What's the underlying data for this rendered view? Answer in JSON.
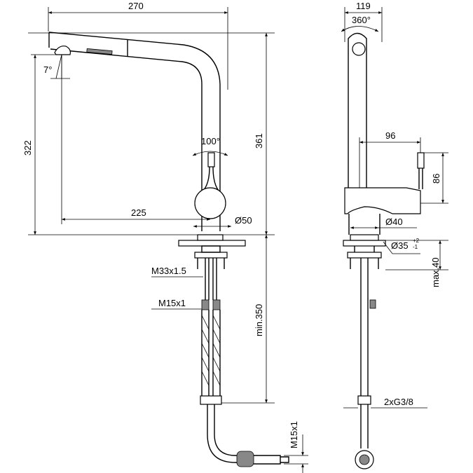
{
  "front_view": {
    "width_total": "270",
    "height_total": "361",
    "spout_height": "322",
    "spout_reach": "225",
    "spray_angle": "7°",
    "lever_angle": "100°",
    "base_diameter": "Ø50",
    "shank_thread": "M33x1.5",
    "hose_thread": "M15x1",
    "min_hose_length": "min.350",
    "hose_end_thread": "M15x1"
  },
  "side_view": {
    "width_total": "119",
    "rotation": "360°",
    "lever_reach": "96",
    "lever_height": "86",
    "body_diameter": "Ø40",
    "hole_diameter": "Ø35",
    "hole_tolerance_upper": "+2",
    "hole_tolerance_lower": "-1",
    "max_deck_thickness": "max.40",
    "connections": "2xG3/8"
  }
}
